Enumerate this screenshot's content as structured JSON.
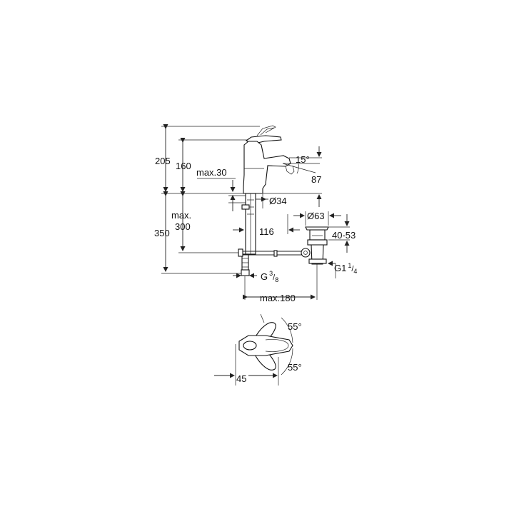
{
  "dimensions": {
    "h205": "205",
    "h160": "160",
    "max30": "max.30",
    "angle15": "15°",
    "d87": "87",
    "dia34": "Ø34",
    "max": "max.",
    "h300": "300",
    "h350": "350",
    "d116": "116",
    "dia63": "Ø63",
    "r4053": "40-53",
    "g38_base": "G",
    "g38_sup": "3",
    "g38_sub": "8",
    "g114_base": "G1",
    "g114_sup": "1",
    "g114_sub": "4",
    "max180": "max.180",
    "angle55_top": "55°",
    "angle55_bottom": "55°",
    "d45": "45"
  }
}
